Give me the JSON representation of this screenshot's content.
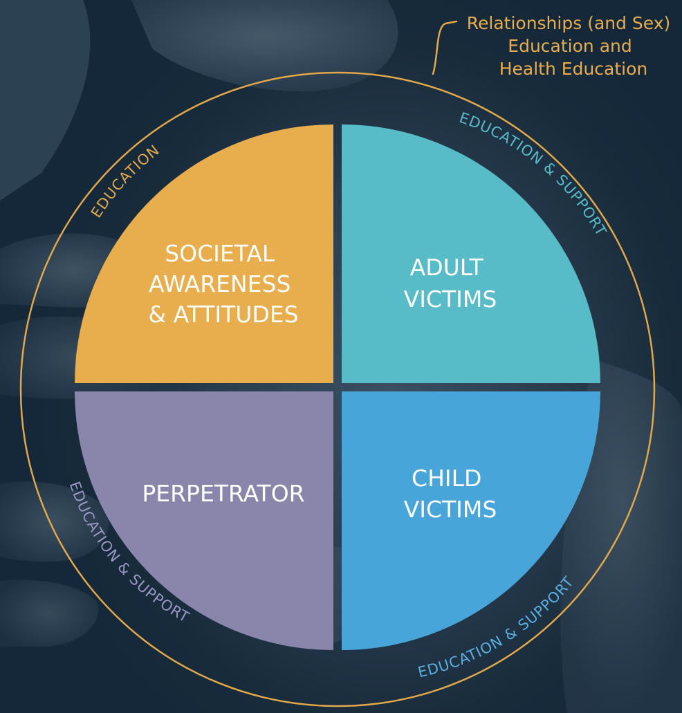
{
  "colors": {
    "background": "#1b2f40",
    "ring": "#e2a84a",
    "gold": "#e8ad4c",
    "teal": "#57bcc7",
    "purple": "#8a86ab",
    "blue": "#47a5d9",
    "gap": "#263a4c",
    "quadrant_text": "#ffffff",
    "purple_label": "#9a97c2",
    "blue_label": "#5aaee0"
  },
  "callout": {
    "lines": [
      "Relationships (and Sex)",
      "Education and",
      "Health Education"
    ]
  },
  "quadrants": [
    {
      "key": "societal",
      "icon": "none",
      "lines": [
        "SOCIETAL",
        "AWARENESS",
        "& ATTITUDES"
      ]
    },
    {
      "key": "adult",
      "icon": "none",
      "lines": [
        "ADULT",
        "VICTIMS"
      ]
    },
    {
      "key": "perpetrator",
      "icon": "none",
      "lines": [
        "PERPETRATOR"
      ]
    },
    {
      "key": "child",
      "icon": "none",
      "lines": [
        "CHILD",
        "VICTIMS"
      ]
    }
  ],
  "ring_labels": {
    "top_left": "EDUCATION",
    "top_right": "EDUCATION & SUPPORT",
    "bottom_left": "EDUCATION & SUPPORT",
    "bottom_right": "EDUCATION & SUPPORT"
  }
}
